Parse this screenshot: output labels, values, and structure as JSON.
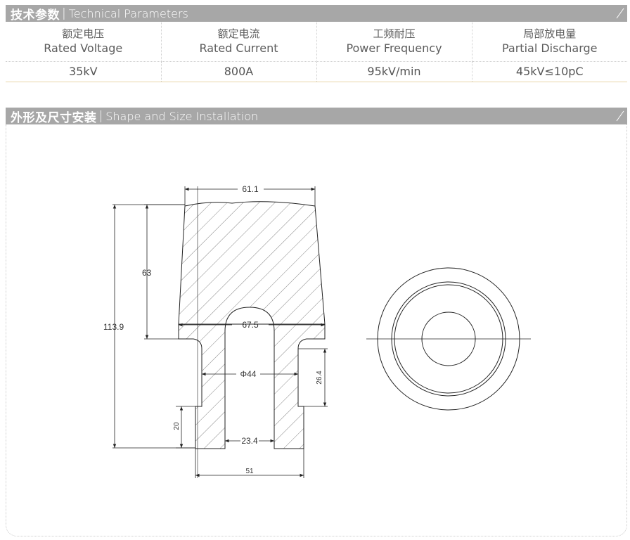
{
  "tech_section": {
    "title_zh": "技术参数",
    "separator": "|",
    "title_en": "Technical Parameters"
  },
  "params": {
    "columns": [
      {
        "label_zh": "额定电压",
        "label_en": "Rated Voltage",
        "value": "35kV"
      },
      {
        "label_zh": "额定电流",
        "label_en": "Rated Current",
        "value": "800A"
      },
      {
        "label_zh": "工频耐压",
        "label_en": "Power Frequency",
        "value": "95kV/min"
      },
      {
        "label_zh": "局部放电量",
        "label_en": "Partial Discharge",
        "value": "45kV≤10pC"
      }
    ]
  },
  "shape_section": {
    "title_zh": "外形及尺寸安装",
    "separator": "|",
    "title_en": "Shape and Size Installation"
  },
  "drawing": {
    "dims": {
      "top_width": "61.1",
      "upper_height": "63",
      "total_height": "113.9",
      "mid_width": "67.5",
      "bore_dia": "Φ44",
      "neck_height": "26.4",
      "bottom_height": "20",
      "inner_width": "23.4",
      "base_width": "51"
    }
  },
  "colors": {
    "header_bg": "#a7a7a7",
    "header_text": "#ffffff",
    "accent_line": "#e8d6a8"
  }
}
